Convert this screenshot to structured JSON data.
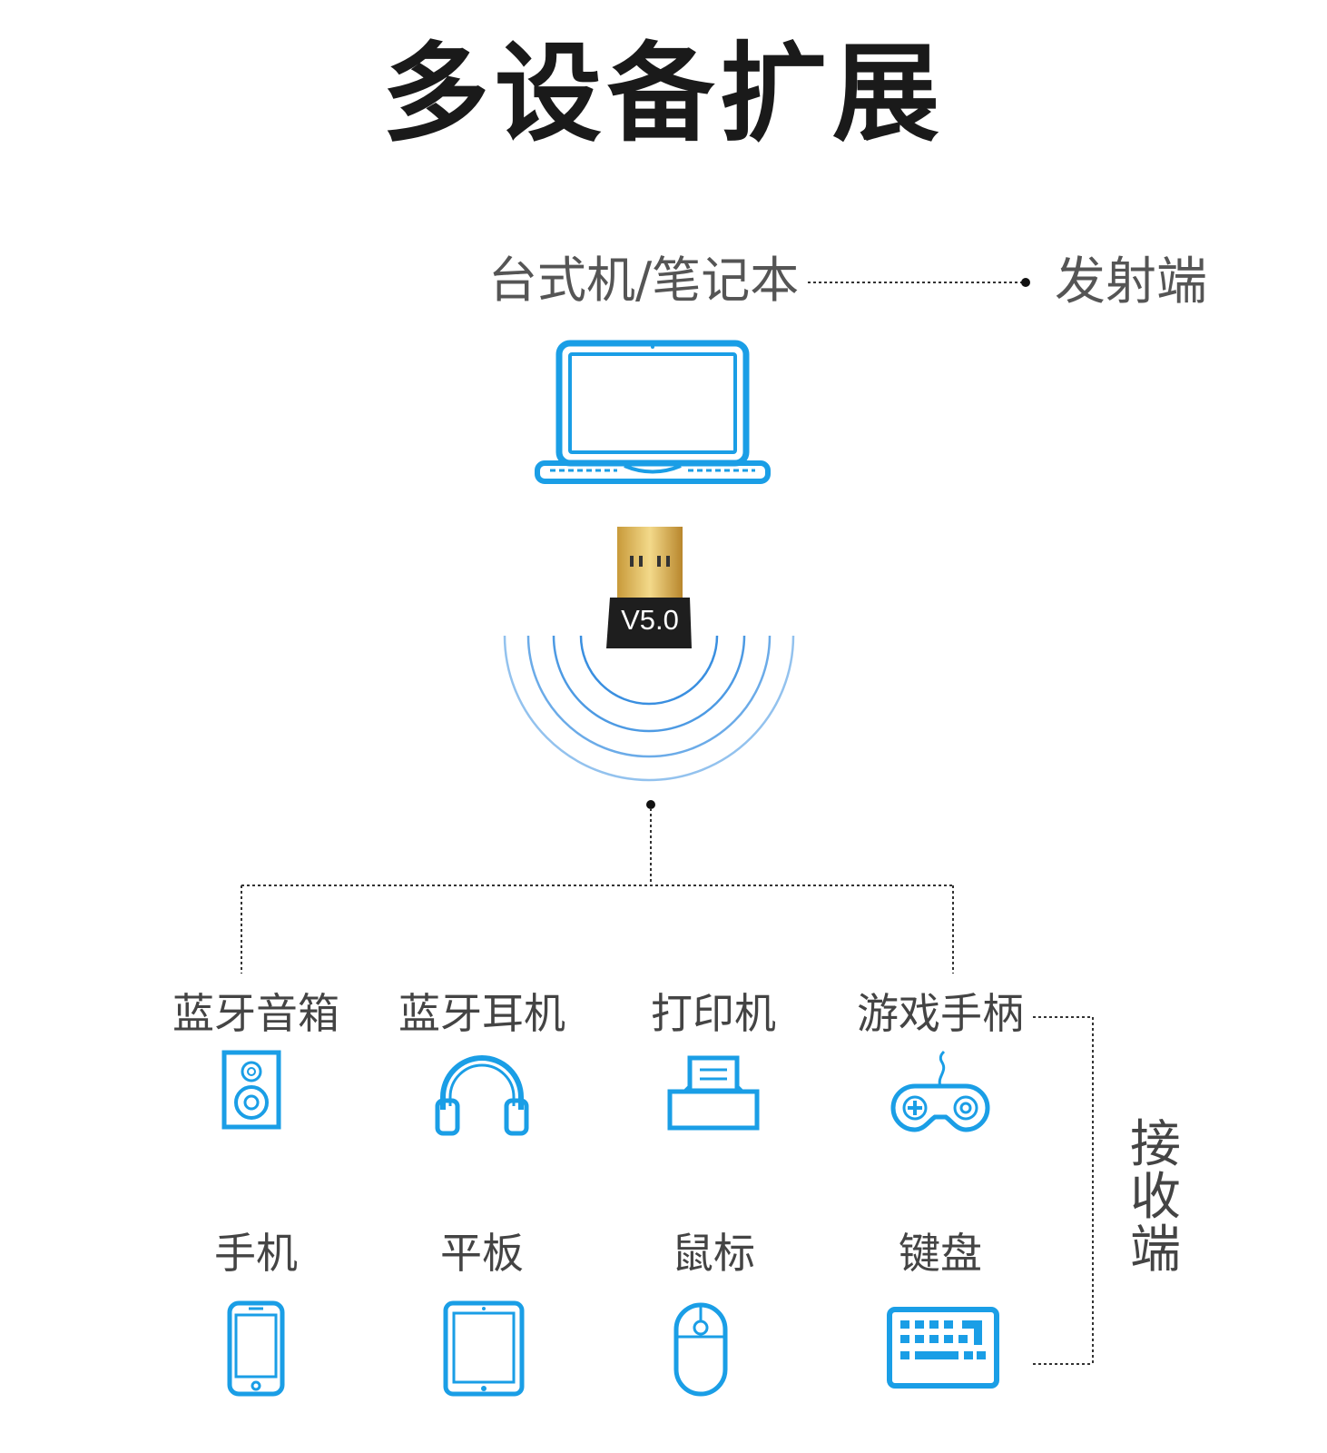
{
  "title": "多设备扩展",
  "host": {
    "label": "台式机/笔记本",
    "icon": "laptop-icon"
  },
  "transmitter": {
    "label": "发射端"
  },
  "receiver": {
    "label_chars": [
      "接",
      "收",
      "端"
    ]
  },
  "adapter": {
    "badge": "V5.0",
    "icon": "bluetooth-adapter-icon"
  },
  "accent_color": "#1a9ee6",
  "devices": [
    {
      "label": "蓝牙音箱",
      "icon": "speaker-icon"
    },
    {
      "label": "蓝牙耳机",
      "icon": "headphones-icon"
    },
    {
      "label": "打印机",
      "icon": "printer-icon"
    },
    {
      "label": "游戏手柄",
      "icon": "gamepad-icon"
    },
    {
      "label": "手机",
      "icon": "phone-icon"
    },
    {
      "label": "平板",
      "icon": "tablet-icon"
    },
    {
      "label": "鼠标",
      "icon": "mouse-icon"
    },
    {
      "label": "键盘",
      "icon": "keyboard-icon"
    }
  ]
}
